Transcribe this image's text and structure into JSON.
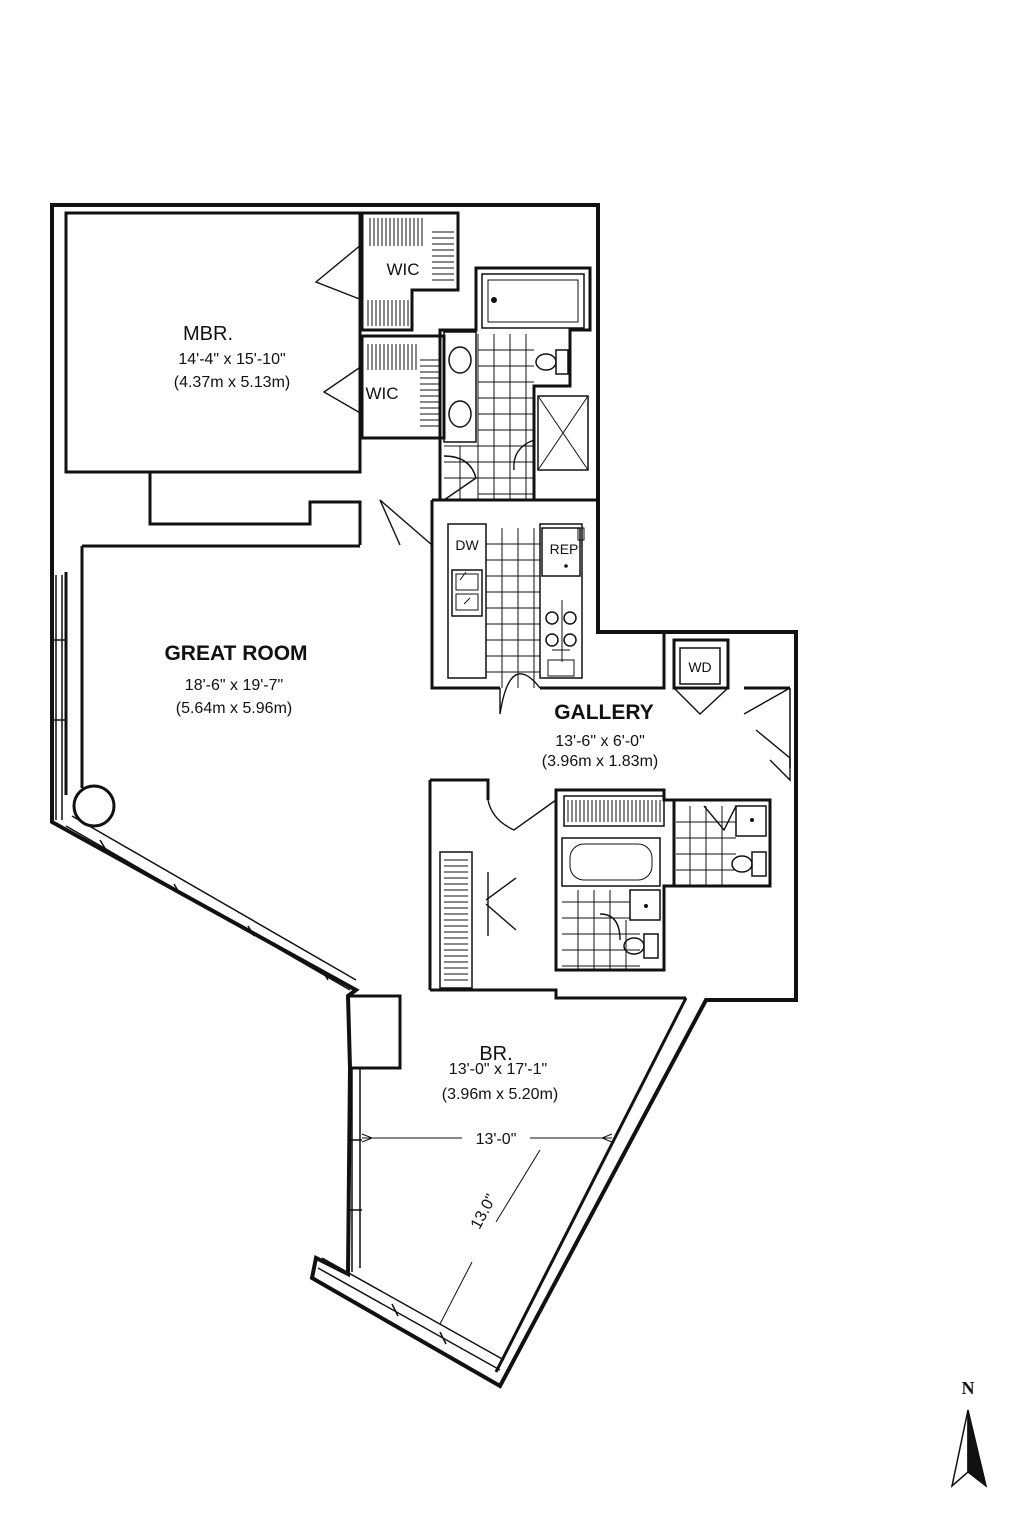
{
  "rooms": {
    "master_bedroom": {
      "name": "MBR.",
      "dim_imperial": "14'-4\" x 15'-10\"",
      "dim_metric": "(4.37m x 5.13m)"
    },
    "great_room": {
      "name": "GREAT ROOM",
      "dim_imperial": "18'-6\" x 19'-7\"",
      "dim_metric": "(5.64m x 5.96m)"
    },
    "gallery": {
      "name": "GALLERY",
      "dim_imperial": "13'-6\" x 6'-0\"",
      "dim_metric": "(3.96m x 1.83m)"
    },
    "bedroom": {
      "name": "BR.",
      "dim_imperial": "13'-0\" x 17'-1\"",
      "dim_metric": "(3.96m x 5.20m)"
    }
  },
  "labels": {
    "wic_upper": "WIC",
    "wic_lower": "WIC",
    "dishwasher": "DW",
    "refrigerator": "REP",
    "washer_dryer": "WD"
  },
  "dimension_lines": {
    "horizontal": "13'-0\"",
    "diagonal": "13.0\""
  },
  "compass": {
    "label": "N"
  }
}
